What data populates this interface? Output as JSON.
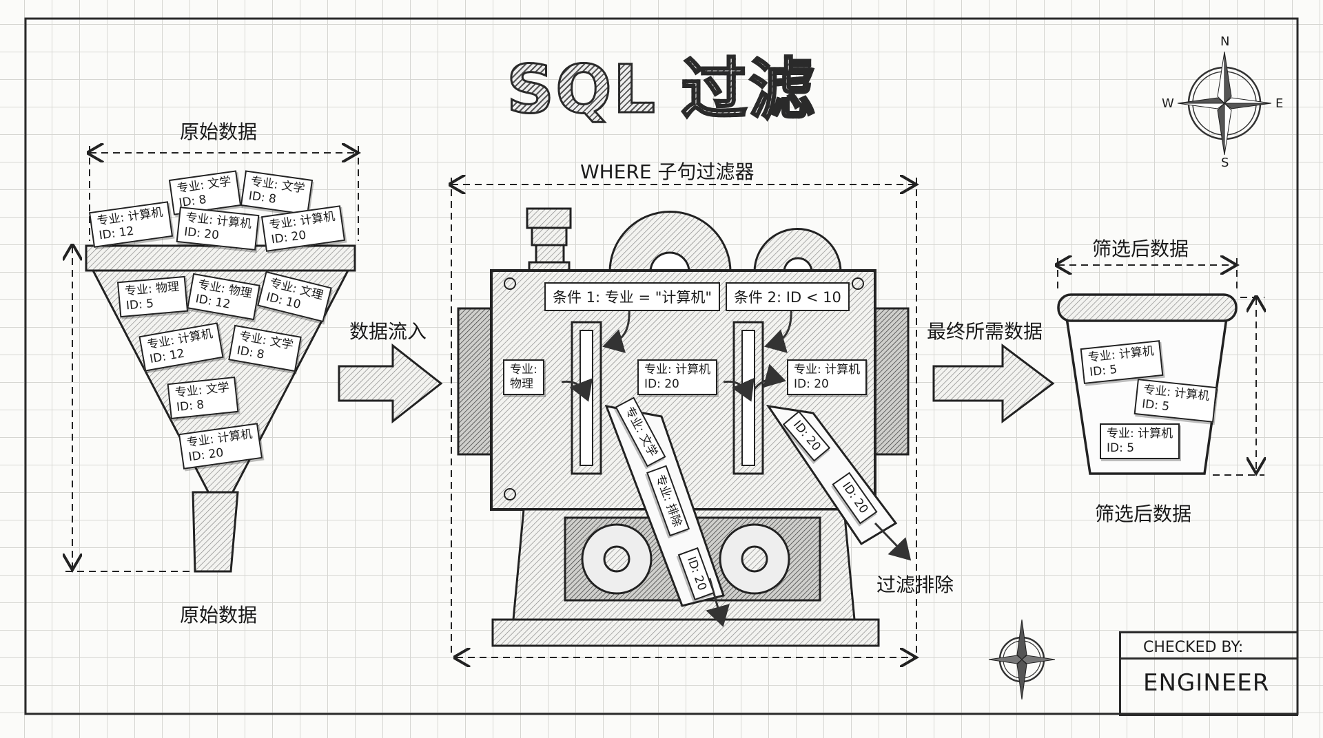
{
  "title": "SQL 过滤",
  "source": {
    "label_top": "原始数据",
    "label_bottom": "原始数据",
    "cards": [
      {
        "major": "专业: 计算机",
        "id": "ID: 12"
      },
      {
        "major": "专业: 文学",
        "id": "ID: 8"
      },
      {
        "major": "专业: 文学",
        "id": "ID: 8"
      },
      {
        "major": "专业: 计算机",
        "id": "ID: 20"
      },
      {
        "major": "专业: 计算机",
        "id": "ID: 20"
      },
      {
        "major": "专业: 物理",
        "id": "ID: 5"
      },
      {
        "major": "专业: 物理",
        "id": "ID: 12"
      },
      {
        "major": "专业: 文理",
        "id": "ID: 10"
      },
      {
        "major": "专业: 计算机",
        "id": "ID: 12"
      },
      {
        "major": "专业: 文学",
        "id": "ID: 8"
      },
      {
        "major": "专业: 文学",
        "id": "ID: 8"
      },
      {
        "major": "专业: 计算机",
        "id": "ID: 20"
      }
    ]
  },
  "flow_in_label": "数据流入",
  "filter": {
    "label": "WHERE 子句过滤器",
    "condition1": "条件 1: 专业 = \"计算机\"",
    "condition2": "条件 2: ID < 10",
    "input_card": {
      "line1": "专业:",
      "line2": "物理"
    },
    "mid_card": {
      "major": "专业: 计算机",
      "id": "ID: 20"
    },
    "out_card": {
      "major": "专业: 计算机",
      "id": "ID: 20"
    },
    "reject_chute1": [
      "专业: 文学",
      "专业: 排除",
      "ID: 20"
    ],
    "reject_chute2": [
      "ID: 20",
      "ID: 20"
    ],
    "reject_label": "过滤排除"
  },
  "flow_out_label": "最终所需数据",
  "result": {
    "label_top": "筛选后数据",
    "label_bottom": "筛选后数据",
    "cards": [
      {
        "major": "专业: 计算机",
        "id": "ID: 5"
      },
      {
        "major": "专业: 计算机",
        "id": "ID: 5"
      },
      {
        "major": "专业: 计算机",
        "id": "ID: 5"
      }
    ]
  },
  "compass": {
    "n": "N",
    "e": "E",
    "s": "S",
    "w": "W"
  },
  "stamp": {
    "heading": "CHECKED BY:",
    "name": "ENGINEER"
  }
}
